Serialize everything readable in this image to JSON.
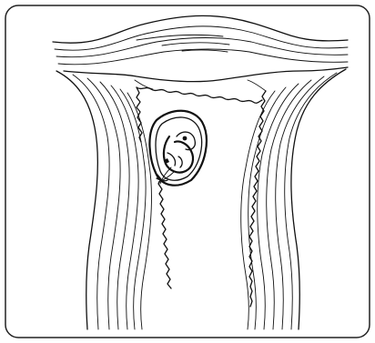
{
  "figure": {
    "colors": {
      "ink": "#111111",
      "background": "#ffffff"
    },
    "parts": [
      "border",
      "uterine-fundus",
      "left-uterine-wall",
      "right-uterine-wall",
      "endometrial-lining",
      "gestational-sac",
      "embryo"
    ]
  }
}
